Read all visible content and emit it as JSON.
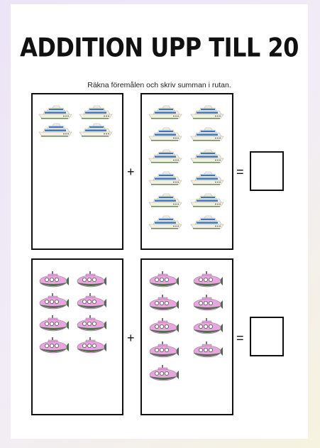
{
  "worksheet": {
    "title": "ADDITION UPP TILL 20",
    "instruction": "Räkna föremålen och skriv summan i rutan."
  },
  "problems": [
    {
      "item": "ship",
      "left_count": 4,
      "right_count": 12,
      "plus": "+",
      "equals": "="
    },
    {
      "item": "submarine",
      "left_count": 8,
      "right_count": 9,
      "plus": "+",
      "equals": "="
    }
  ],
  "colors": {
    "ship_hull": "#f3f1e6",
    "ship_stripe": "#3b74c4",
    "ship_waterline": "#6c8f58",
    "sub_body": "#e8a6df",
    "sub_belly": "#4f6e4c"
  }
}
